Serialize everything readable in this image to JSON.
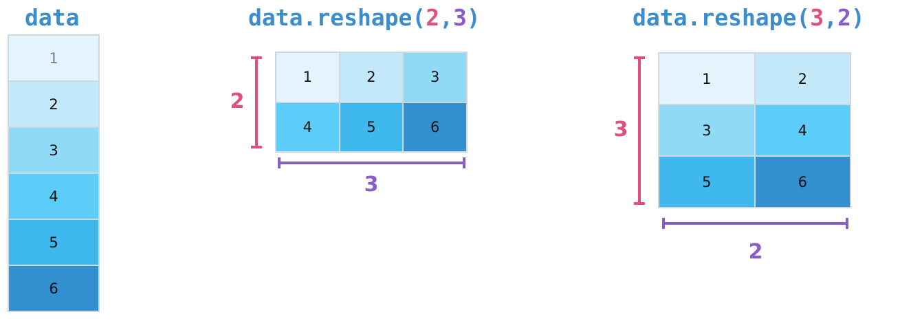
{
  "colors": {
    "title": "#3b8dcc",
    "rows_dim": "#e0507a",
    "cols_dim": "#8a5cc8",
    "cell_shades": [
      "#e3f4fd",
      "#c2e8fa",
      "#90daf8",
      "#5bcdf8",
      "#3fb8ee",
      "#3290d0"
    ]
  },
  "data_panel": {
    "title": "data",
    "values": [
      "1",
      "2",
      "3",
      "4",
      "5",
      "6"
    ]
  },
  "reshape_2_3": {
    "title_prefix": "data.reshape(",
    "arg1": "2",
    "sep": ",",
    "arg2": "3",
    "title_suffix": ")",
    "rows_label": "2",
    "cols_label": "3",
    "cells": [
      [
        "1",
        "2",
        "3"
      ],
      [
        "4",
        "5",
        "6"
      ]
    ]
  },
  "reshape_3_2": {
    "title_prefix": "data.reshape(",
    "arg1": "3",
    "sep": ",",
    "arg2": "2",
    "title_suffix": ")",
    "rows_label": "3",
    "cols_label": "2",
    "cells": [
      [
        "1",
        "2"
      ],
      [
        "3",
        "4"
      ],
      [
        "5",
        "6"
      ]
    ]
  }
}
